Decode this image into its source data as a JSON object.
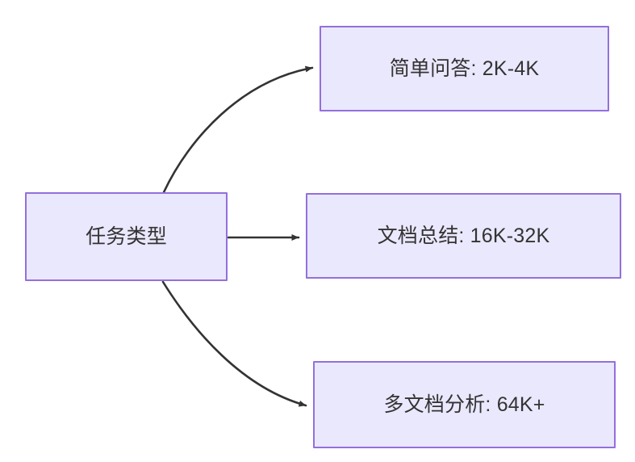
{
  "diagram": {
    "type": "flowchart",
    "direction": "left-to-right",
    "background_color": "#ffffff",
    "node_fill_color": "#eae8fc",
    "node_border_color": "#9370db",
    "node_text_color": "#333333",
    "edge_color": "#333333",
    "root": {
      "id": "task-type",
      "label": "任务类型"
    },
    "branches": [
      {
        "id": "simple-qa",
        "label": "简单问答: 2K-4K",
        "category": "简单问答",
        "value": "2K-4K"
      },
      {
        "id": "doc-summary",
        "label": "文档总结: 16K-32K",
        "category": "文档总结",
        "value": "16K-32K"
      },
      {
        "id": "multi-doc",
        "label": "多文档分析: 64K+",
        "category": "多文档分析",
        "value": "64K+"
      }
    ],
    "edges": [
      {
        "id": "edge-to-simple-qa",
        "from": "task-type",
        "to": "simple-qa",
        "style": "curved",
        "arrowhead": "solid-triangle"
      },
      {
        "id": "edge-to-doc-summary",
        "from": "task-type",
        "to": "doc-summary",
        "style": "straight",
        "arrowhead": "solid-triangle"
      },
      {
        "id": "edge-to-multi-doc",
        "from": "task-type",
        "to": "multi-doc",
        "style": "curved",
        "arrowhead": "solid-triangle"
      }
    ]
  }
}
